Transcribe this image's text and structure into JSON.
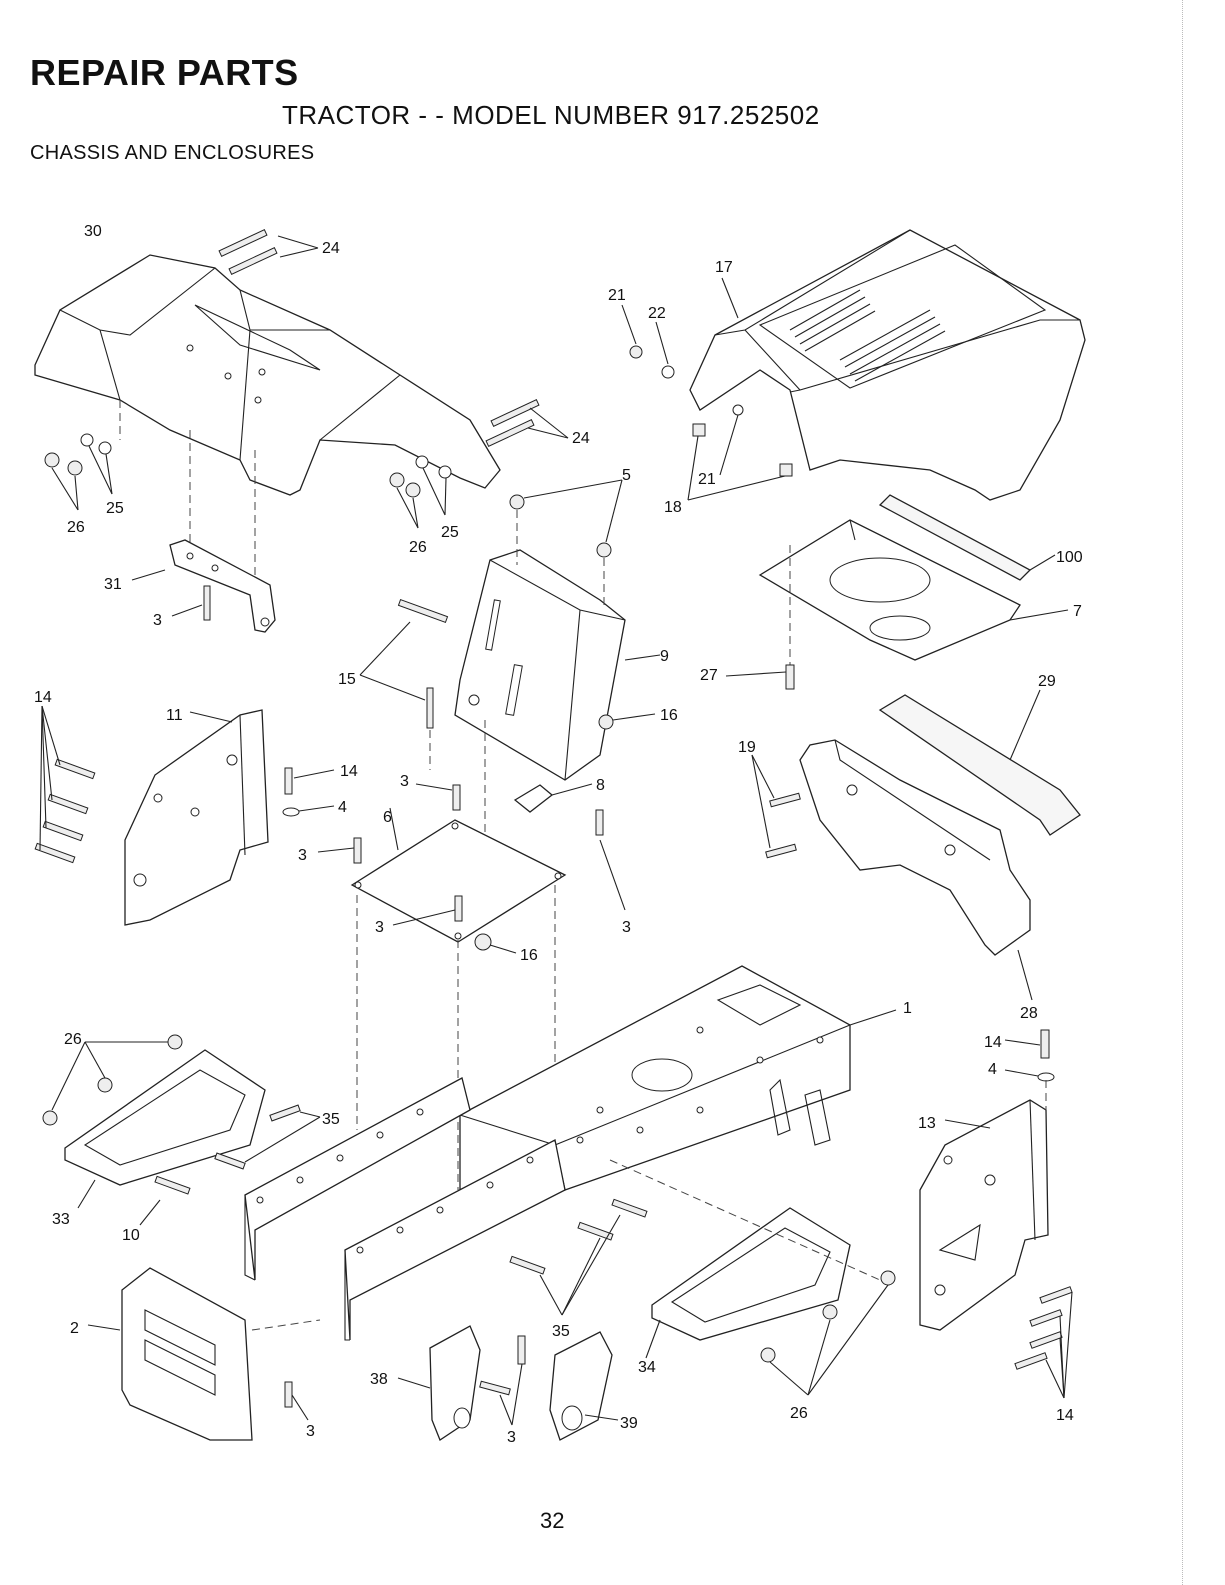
{
  "header": {
    "title": "REPAIR PARTS",
    "model_line": "TRACTOR - - MODEL NUMBER 917.252502",
    "section": "CHASSIS AND ENCLOSURES"
  },
  "page_number": "32",
  "callouts": {
    "c30": "30",
    "c24a": "24",
    "c24b": "24",
    "c21a": "21",
    "c22": "22",
    "c17": "17",
    "c21b": "21",
    "c18": "18",
    "c5": "5",
    "c100": "100",
    "c7": "7",
    "c9": "9",
    "c27": "27",
    "c16a": "16",
    "c15": "15",
    "c25a": "25",
    "c26a": "26",
    "c25b": "25",
    "c26b": "26",
    "c31": "31",
    "c3a": "3",
    "c11": "11",
    "c14a": "14",
    "c14b": "14",
    "c4a": "4",
    "c3b": "3",
    "c6": "6",
    "c3c": "3",
    "c3d": "3",
    "c8": "8",
    "c3e": "3",
    "c16b": "16",
    "c29": "29",
    "c19": "19",
    "c28": "28",
    "c1": "1",
    "c14c": "14",
    "c4b": "4",
    "c13": "13",
    "c26c": "26",
    "c35a": "35",
    "c33": "33",
    "c10": "10",
    "c2": "2",
    "c3f": "3",
    "c38": "38",
    "c35b": "35",
    "c3g": "3",
    "c39": "39",
    "c34": "34",
    "c26d": "26",
    "c14d": "14"
  }
}
